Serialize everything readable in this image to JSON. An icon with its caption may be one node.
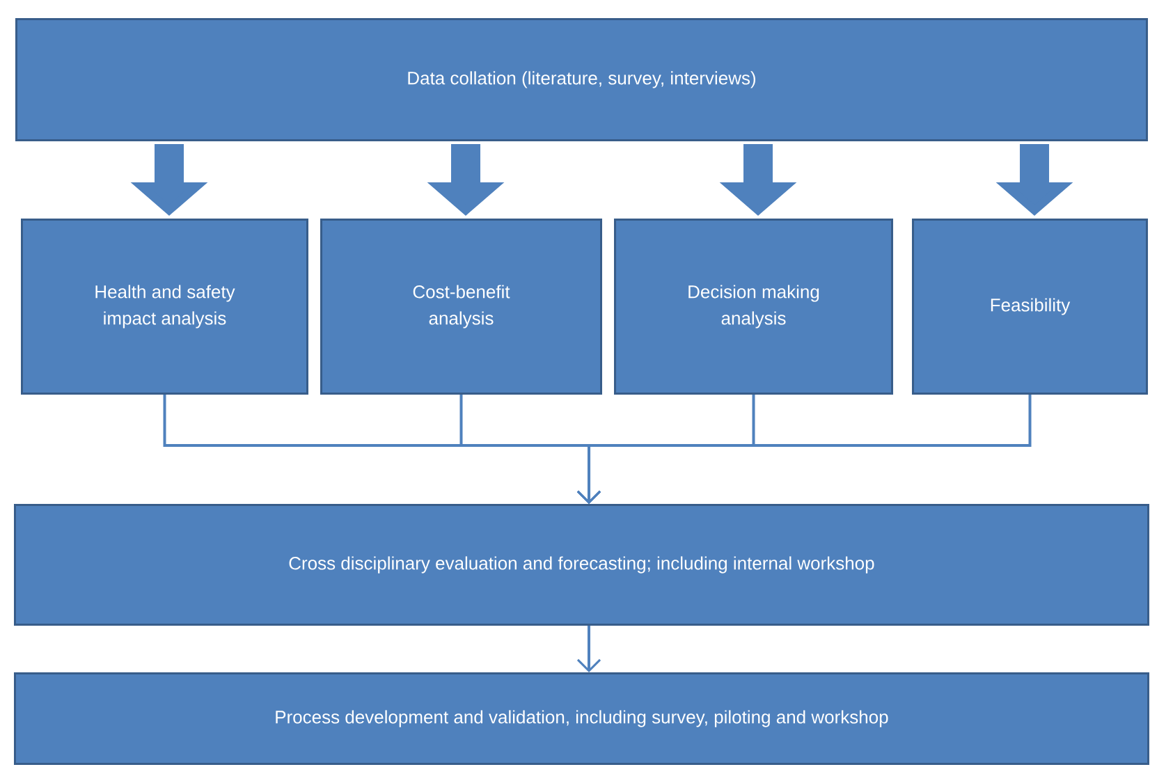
{
  "diagram": {
    "nodes": [
      {
        "text": [
          "Data collation (literature, survey, interviews)"
        ]
      },
      {
        "text": [
          "Health and safety impact analysis"
        ]
      },
      {
        "text": [
          "Cost-benefit analysis"
        ]
      },
      {
        "text": [
          "Decision making analysis"
        ]
      },
      {
        "text": [
          "Feasibility"
        ]
      },
      {
        "text": [
          "Cross disciplinary evaluation and forecasting; including internal workshop"
        ]
      },
      {
        "text": [
          "Process development and validation, including survey, piloting and workshop"
        ]
      }
    ],
    "edges": [
      {
        "from": 0,
        "to": 1,
        "arrow": "to",
        "style": "thick"
      },
      {
        "from": 0,
        "to": 2,
        "arrow": "to",
        "style": "thick"
      },
      {
        "from": 0,
        "to": 3,
        "arrow": "to",
        "style": "thick"
      },
      {
        "from": 0,
        "to": 4,
        "arrow": "to",
        "style": "thick"
      },
      {
        "from": 1,
        "to": 5,
        "arrow": "to"
      },
      {
        "from": 2,
        "to": 5,
        "arrow": "to"
      },
      {
        "from": 3,
        "to": 5,
        "arrow": "to"
      },
      {
        "from": 4,
        "to": 5,
        "arrow": "to"
      },
      {
        "from": 5,
        "to": 6,
        "arrow": "to"
      }
    ]
  }
}
